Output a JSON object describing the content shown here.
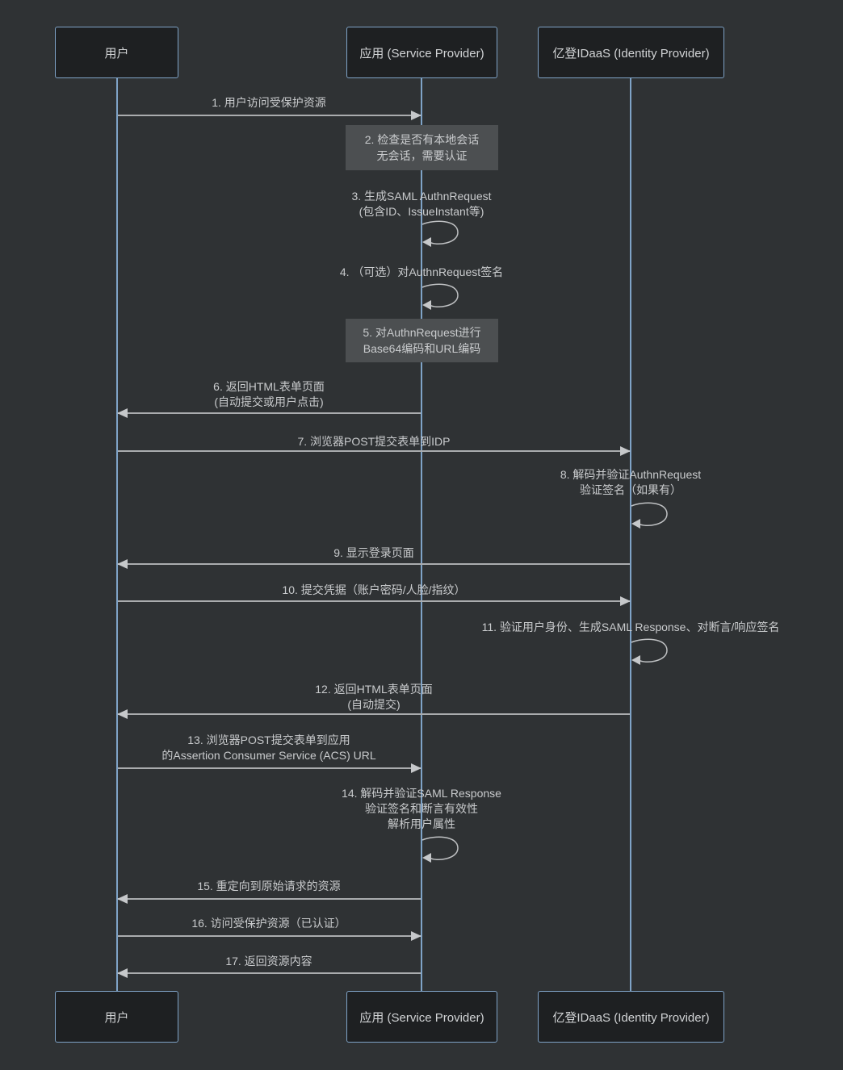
{
  "diagram": {
    "kind": "sequence-diagram",
    "topic": "SAML SSO authentication flow",
    "colors": {
      "background": "#2f3234",
      "actor_fill": "#1e2022",
      "actor_border": "#7fa3c7",
      "lifeline": "#7fa3c7",
      "arrow_line": "#aaacae",
      "arrow_head": "#c6c8ca",
      "label_text": "#c9cbcd",
      "note_fill": "#4c4f51",
      "note_text": "#c9cbcd"
    },
    "actors": {
      "user": "用户",
      "sp": "应用 (Service Provider)",
      "idp": "亿登IDaaS (Identity Provider)"
    },
    "steps": {
      "s1": {
        "kind": "message",
        "from": "用户",
        "to": "应用",
        "text": "1. 用户访问受保护资源"
      },
      "s2": {
        "kind": "note",
        "at": "应用",
        "line1": "2. 检查是否有本地会话",
        "line2": "无会话，需要认证"
      },
      "s3": {
        "kind": "self",
        "at": "应用",
        "line1": "3. 生成SAML AuthnRequest",
        "line2": "(包含ID、IssueInstant等)"
      },
      "s4": {
        "kind": "self",
        "at": "应用",
        "text": "4. （可选）对AuthnRequest签名"
      },
      "s5": {
        "kind": "note",
        "at": "应用",
        "line1": "5. 对AuthnRequest进行",
        "line2": "Base64编码和URL编码"
      },
      "s6": {
        "kind": "message",
        "from": "应用",
        "to": "用户",
        "line1": "6. 返回HTML表单页面",
        "line2": "(自动提交或用户点击)"
      },
      "s7": {
        "kind": "message",
        "from": "用户",
        "to": "亿登IDaaS",
        "text": "7. 浏览器POST提交表单到IDP"
      },
      "s8": {
        "kind": "self",
        "at": "亿登IDaaS",
        "line1": "8. 解码并验证AuthnRequest",
        "line2": "验证签名（如果有）"
      },
      "s9": {
        "kind": "message",
        "from": "亿登IDaaS",
        "to": "用户",
        "text": "9. 显示登录页面"
      },
      "s10": {
        "kind": "message",
        "from": "用户",
        "to": "亿登IDaaS",
        "text": "10. 提交凭据（账户密码/人脸/指纹）"
      },
      "s11": {
        "kind": "self",
        "at": "亿登IDaaS",
        "text": "11. 验证用户身份、生成SAML Response、对断言/响应签名"
      },
      "s12": {
        "kind": "message",
        "from": "亿登IDaaS",
        "to": "用户",
        "line1": "12. 返回HTML表单页面",
        "line2": "(自动提交)"
      },
      "s13": {
        "kind": "message",
        "from": "用户",
        "to": "应用",
        "line1": "13. 浏览器POST提交表单到应用",
        "line2": "的Assertion Consumer Service (ACS) URL"
      },
      "s14": {
        "kind": "self",
        "at": "应用",
        "line1": "14. 解码并验证SAML Response",
        "line2": "验证签名和断言有效性",
        "line3": "解析用户属性"
      },
      "s15": {
        "kind": "message",
        "from": "应用",
        "to": "用户",
        "text": "15. 重定向到原始请求的资源"
      },
      "s16": {
        "kind": "message",
        "from": "用户",
        "to": "应用",
        "text": "16. 访问受保护资源（已认证）"
      },
      "s17": {
        "kind": "message",
        "from": "应用",
        "to": "用户",
        "text": "17. 返回资源内容"
      }
    }
  }
}
